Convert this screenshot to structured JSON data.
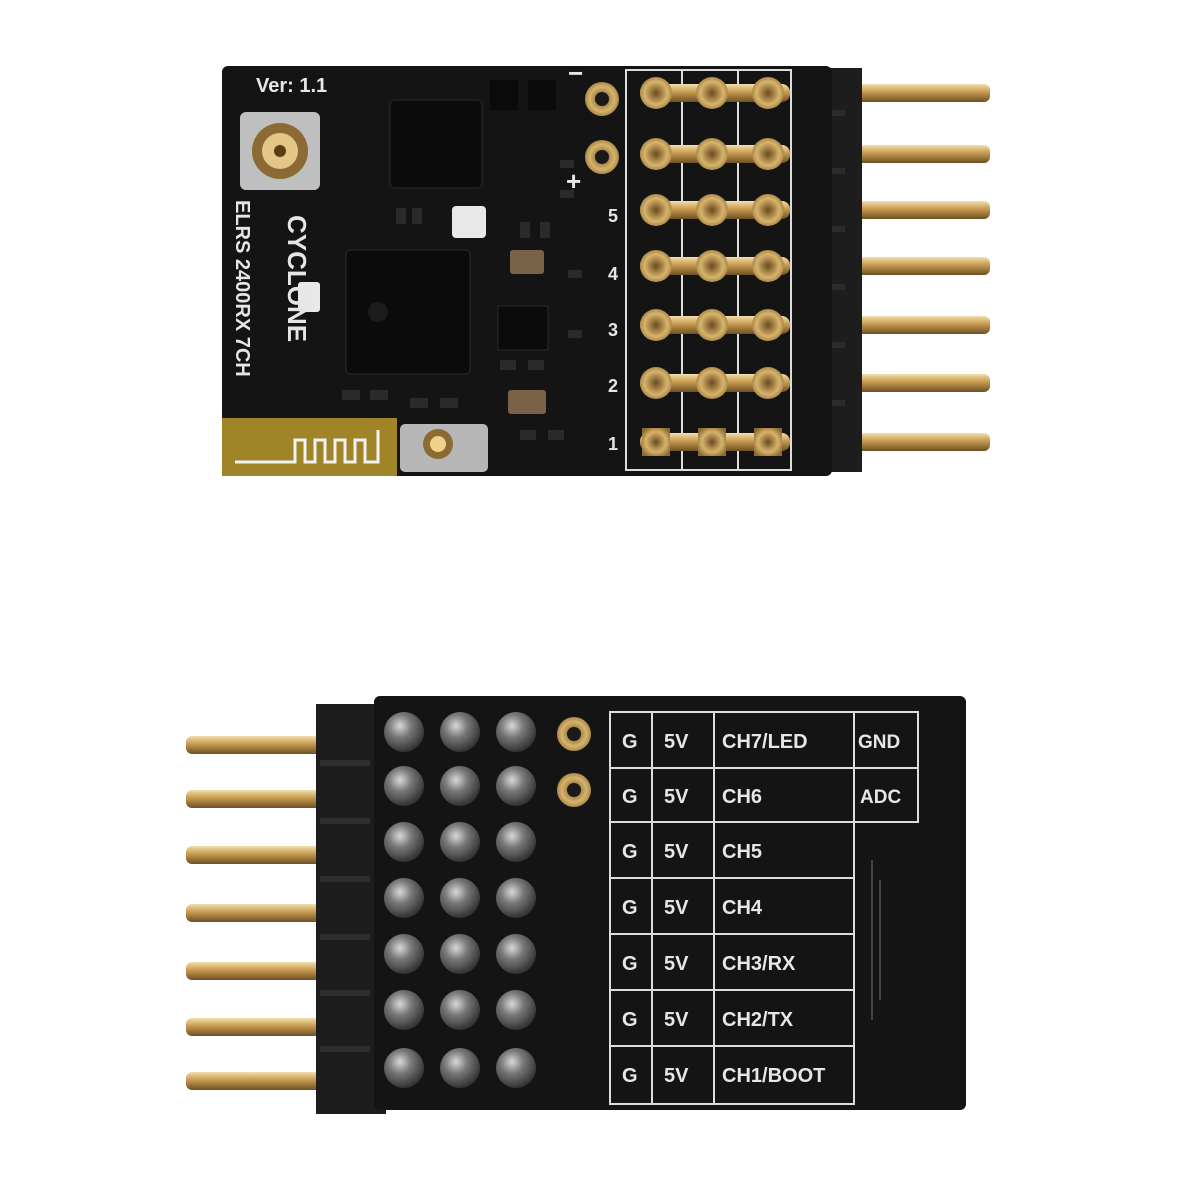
{
  "top_board": {
    "version": "Ver: 1.1",
    "brand": "CYCLONE",
    "model": "ELRS 2400RX 7CH",
    "pad_minus": "−",
    "pad_plus": "+",
    "channel_numbers": [
      "5",
      "4",
      "3",
      "2",
      "1"
    ]
  },
  "bottom_board": {
    "pin_table": [
      {
        "g": "G",
        "v": "5V",
        "ch": "CH7/LED",
        "extra": "GND"
      },
      {
        "g": "G",
        "v": "5V",
        "ch": "CH6",
        "extra": "ADC"
      },
      {
        "g": "G",
        "v": "5V",
        "ch": "CH5",
        "extra": ""
      },
      {
        "g": "G",
        "v": "5V",
        "ch": "CH4",
        "extra": ""
      },
      {
        "g": "G",
        "v": "5V",
        "ch": "CH3/RX",
        "extra": ""
      },
      {
        "g": "G",
        "v": "5V",
        "ch": "CH2/TX",
        "extra": ""
      },
      {
        "g": "G",
        "v": "5V",
        "ch": "CH1/BOOT",
        "extra": ""
      }
    ]
  },
  "colors": {
    "pcb": "#141414",
    "gold": "#c8a25a",
    "silk": "#e6e6e6"
  }
}
